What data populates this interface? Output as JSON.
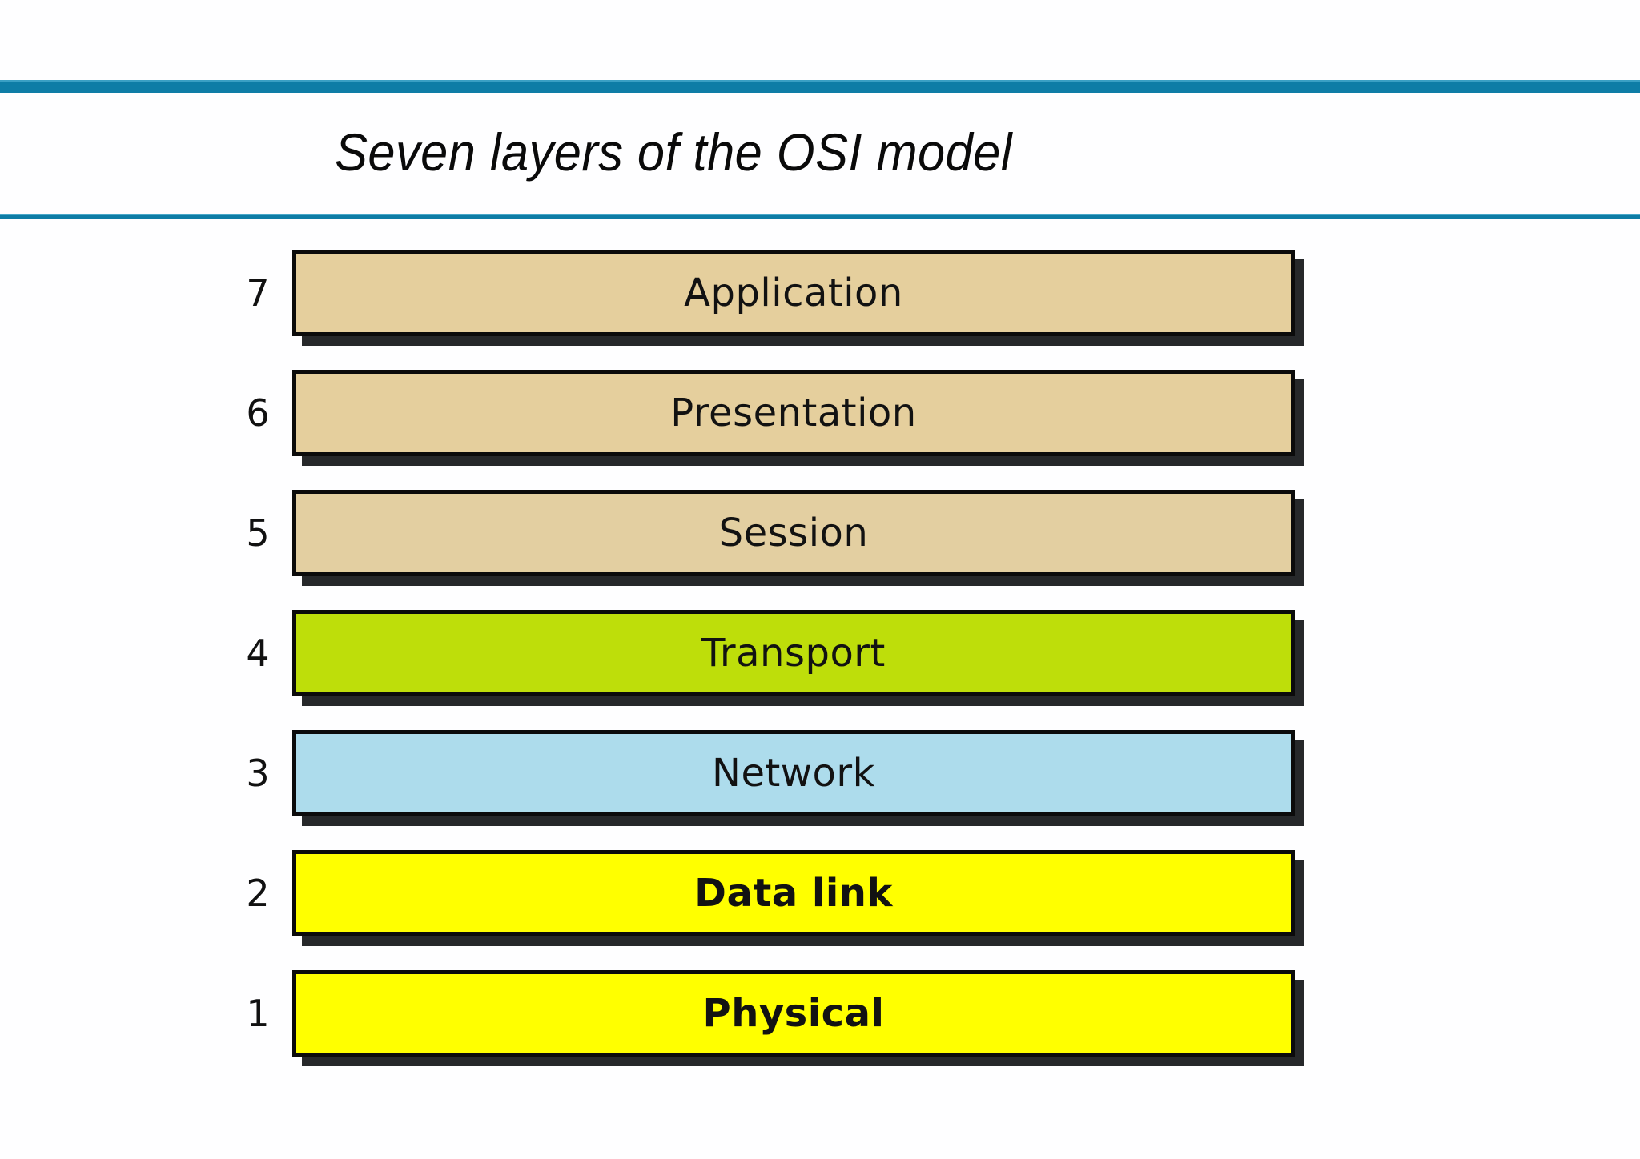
{
  "slide": {
    "title": "Seven layers of the OSI model",
    "background_color": "#fefeff",
    "rule_color": "#0e7da6"
  },
  "chart_data": {
    "type": "bar",
    "title": "Seven layers of the OSI model",
    "xlabel": "",
    "ylabel": "",
    "orientation": "stacked-horizontal-bands",
    "categories": [
      "Application",
      "Presentation",
      "Session",
      "Transport",
      "Network",
      "Data link",
      "Physical"
    ],
    "values": [
      7,
      6,
      5,
      4,
      3,
      2,
      1
    ],
    "legend": [],
    "grid": false,
    "annotations": [
      "Layer numbers 7 down to 1 shown at left of each band"
    ]
  },
  "layers": [
    {
      "number": "7",
      "label": "Application",
      "fill": "#e5cf9d",
      "bold": false
    },
    {
      "number": "6",
      "label": "Presentation",
      "fill": "#e5cf9d",
      "bold": false
    },
    {
      "number": "5",
      "label": "Session",
      "fill": "#e3cfa1",
      "bold": false
    },
    {
      "number": "4",
      "label": "Transport",
      "fill": "#bede0a",
      "bold": false
    },
    {
      "number": "3",
      "label": "Network",
      "fill": "#addcec",
      "bold": false
    },
    {
      "number": "2",
      "label": "Data link",
      "fill": "#ffff00",
      "bold": true
    },
    {
      "number": "1",
      "label": "Physical",
      "fill": "#ffff00",
      "bold": true
    }
  ]
}
